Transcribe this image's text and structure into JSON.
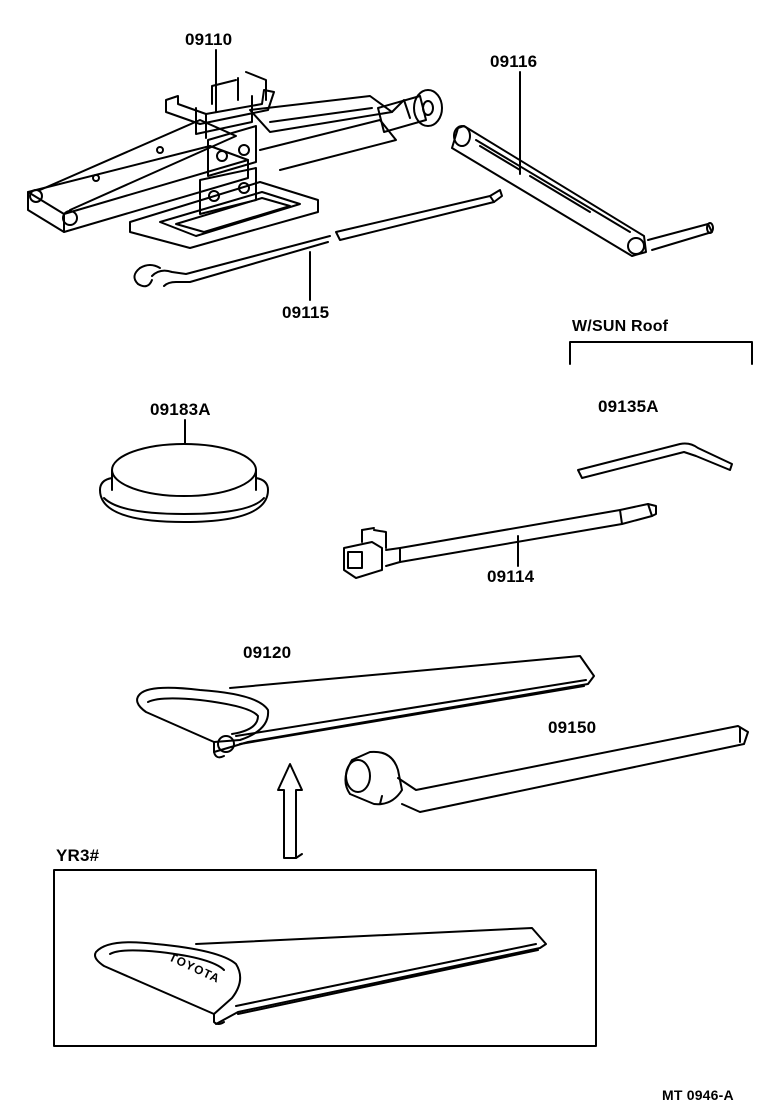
{
  "parts": {
    "jack": "09110",
    "jack_handle": "09116",
    "handle_rod": "09115",
    "cap": "09183A",
    "rod_sun_roof": "09135A",
    "extension_bar": "09114",
    "tool_bag": "09120",
    "wrench": "09150"
  },
  "notes": {
    "sun_roof_condition": "W/SUN Roof",
    "variant_code": "YR3#",
    "bag_brand": "TOYOTA"
  },
  "figure_ref": "MT  0946-A"
}
